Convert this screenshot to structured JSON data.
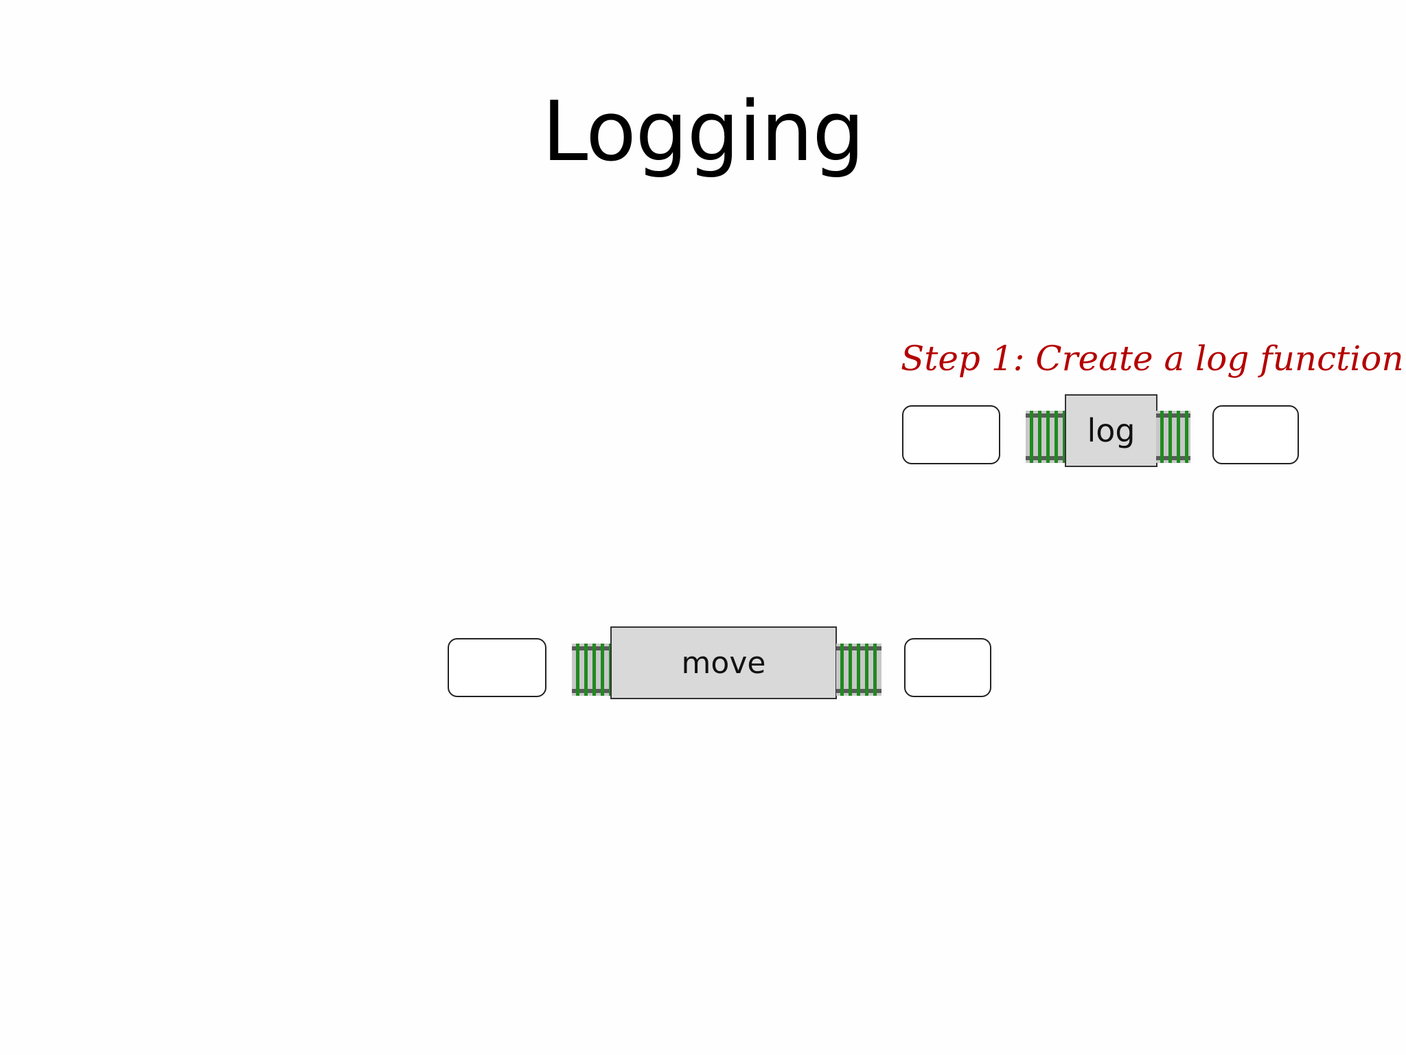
{
  "slide": {
    "title": "Logging",
    "step_label": "Step 1: Create a log function"
  },
  "log_block": {
    "label": "log"
  },
  "move_block": {
    "label": "move"
  },
  "colors": {
    "step_label": "#b40000",
    "function_fill": "#d9d9d9",
    "track_rail": "#5a5a5a",
    "track_tie": "#1f8a1f",
    "track_bed": "#b0b0b0"
  },
  "icons": {
    "track": "railway-track-icon"
  }
}
